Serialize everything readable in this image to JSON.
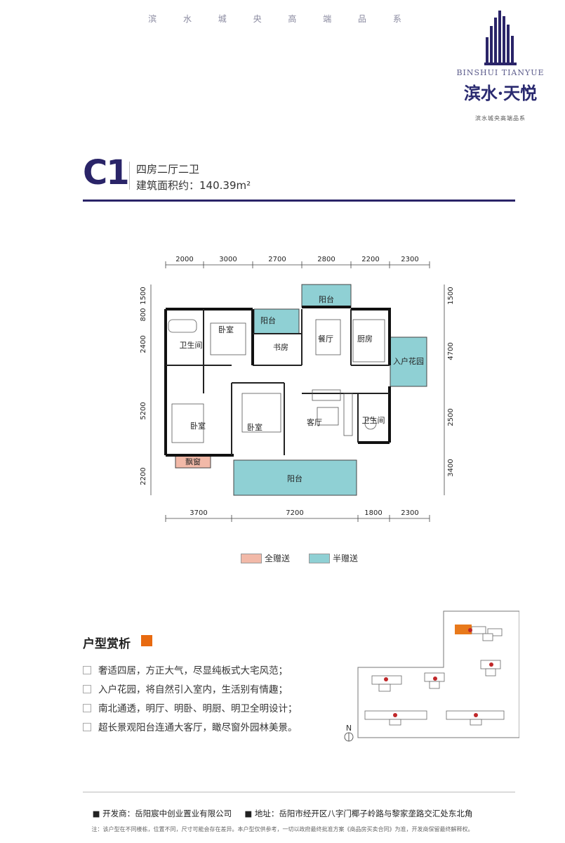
{
  "header": {
    "tagline": "滨 水 城 央 高 端 品 系",
    "brand_en": "BINSHUI TIANYUE",
    "brand_cn": "滨水·天悦",
    "brand_sub": "滨水城央高端品系"
  },
  "unit": {
    "code": "C1",
    "rooms": "四房二厅二卫",
    "area_label": "建筑面积约：140.39m²"
  },
  "plan": {
    "top_dims": [
      "2000",
      "3000",
      "2700",
      "2800",
      "2200",
      "2300"
    ],
    "bottom_dims": [
      "3700",
      "7200",
      "1800",
      "2300"
    ],
    "left_dims": [
      "1500",
      "800",
      "2400",
      "5200",
      "2200"
    ],
    "right_dims": [
      "1500",
      "4700",
      "2500",
      "3400"
    ],
    "rooms": {
      "bedroom_a": "卧室",
      "bedroom_b": "卧室",
      "bedroom_c": "卧室",
      "bathroom_a": "卫生间",
      "bathroom_b": "卫生间",
      "balcony_a": "阳台",
      "balcony_b": "阳台",
      "balcony_c": "阳台",
      "study": "书房",
      "dining": "餐厅",
      "kitchen": "厨房",
      "garden": "入户花园",
      "living": "客厅",
      "bay_window": "飘窗"
    },
    "colors": {
      "full_gift": "#f2b9a8",
      "half_gift": "#8fd0d4"
    }
  },
  "legend": {
    "full_gift": "全赠送",
    "half_gift": "半赠送"
  },
  "features": {
    "title": "户型赏析",
    "items": [
      "奢适四居，方正大气，尽显纯板式大宅风范；",
      "入户花园，将自然引入室内，生活别有情趣；",
      "南北通透，明厅、明卧、明厨、明卫全明设计；",
      "超长景观阳台连通大客厅，瞰尽窗外园林美景。"
    ]
  },
  "siteplan": {
    "north": "N"
  },
  "footer": {
    "developer": "■ 开发商：岳阳宸中创业置业有限公司",
    "address": "■ 地址：岳阳市经开区八字门椰子岭路与黎家垄路交汇处东北角",
    "note": "注：该户型在不同楼栋，位置不同，尺寸可能会存在差异。本户型仅供参考，一切以政府最终批准方案《商品房买卖合同》为准，开发商保留最终解释权。"
  }
}
